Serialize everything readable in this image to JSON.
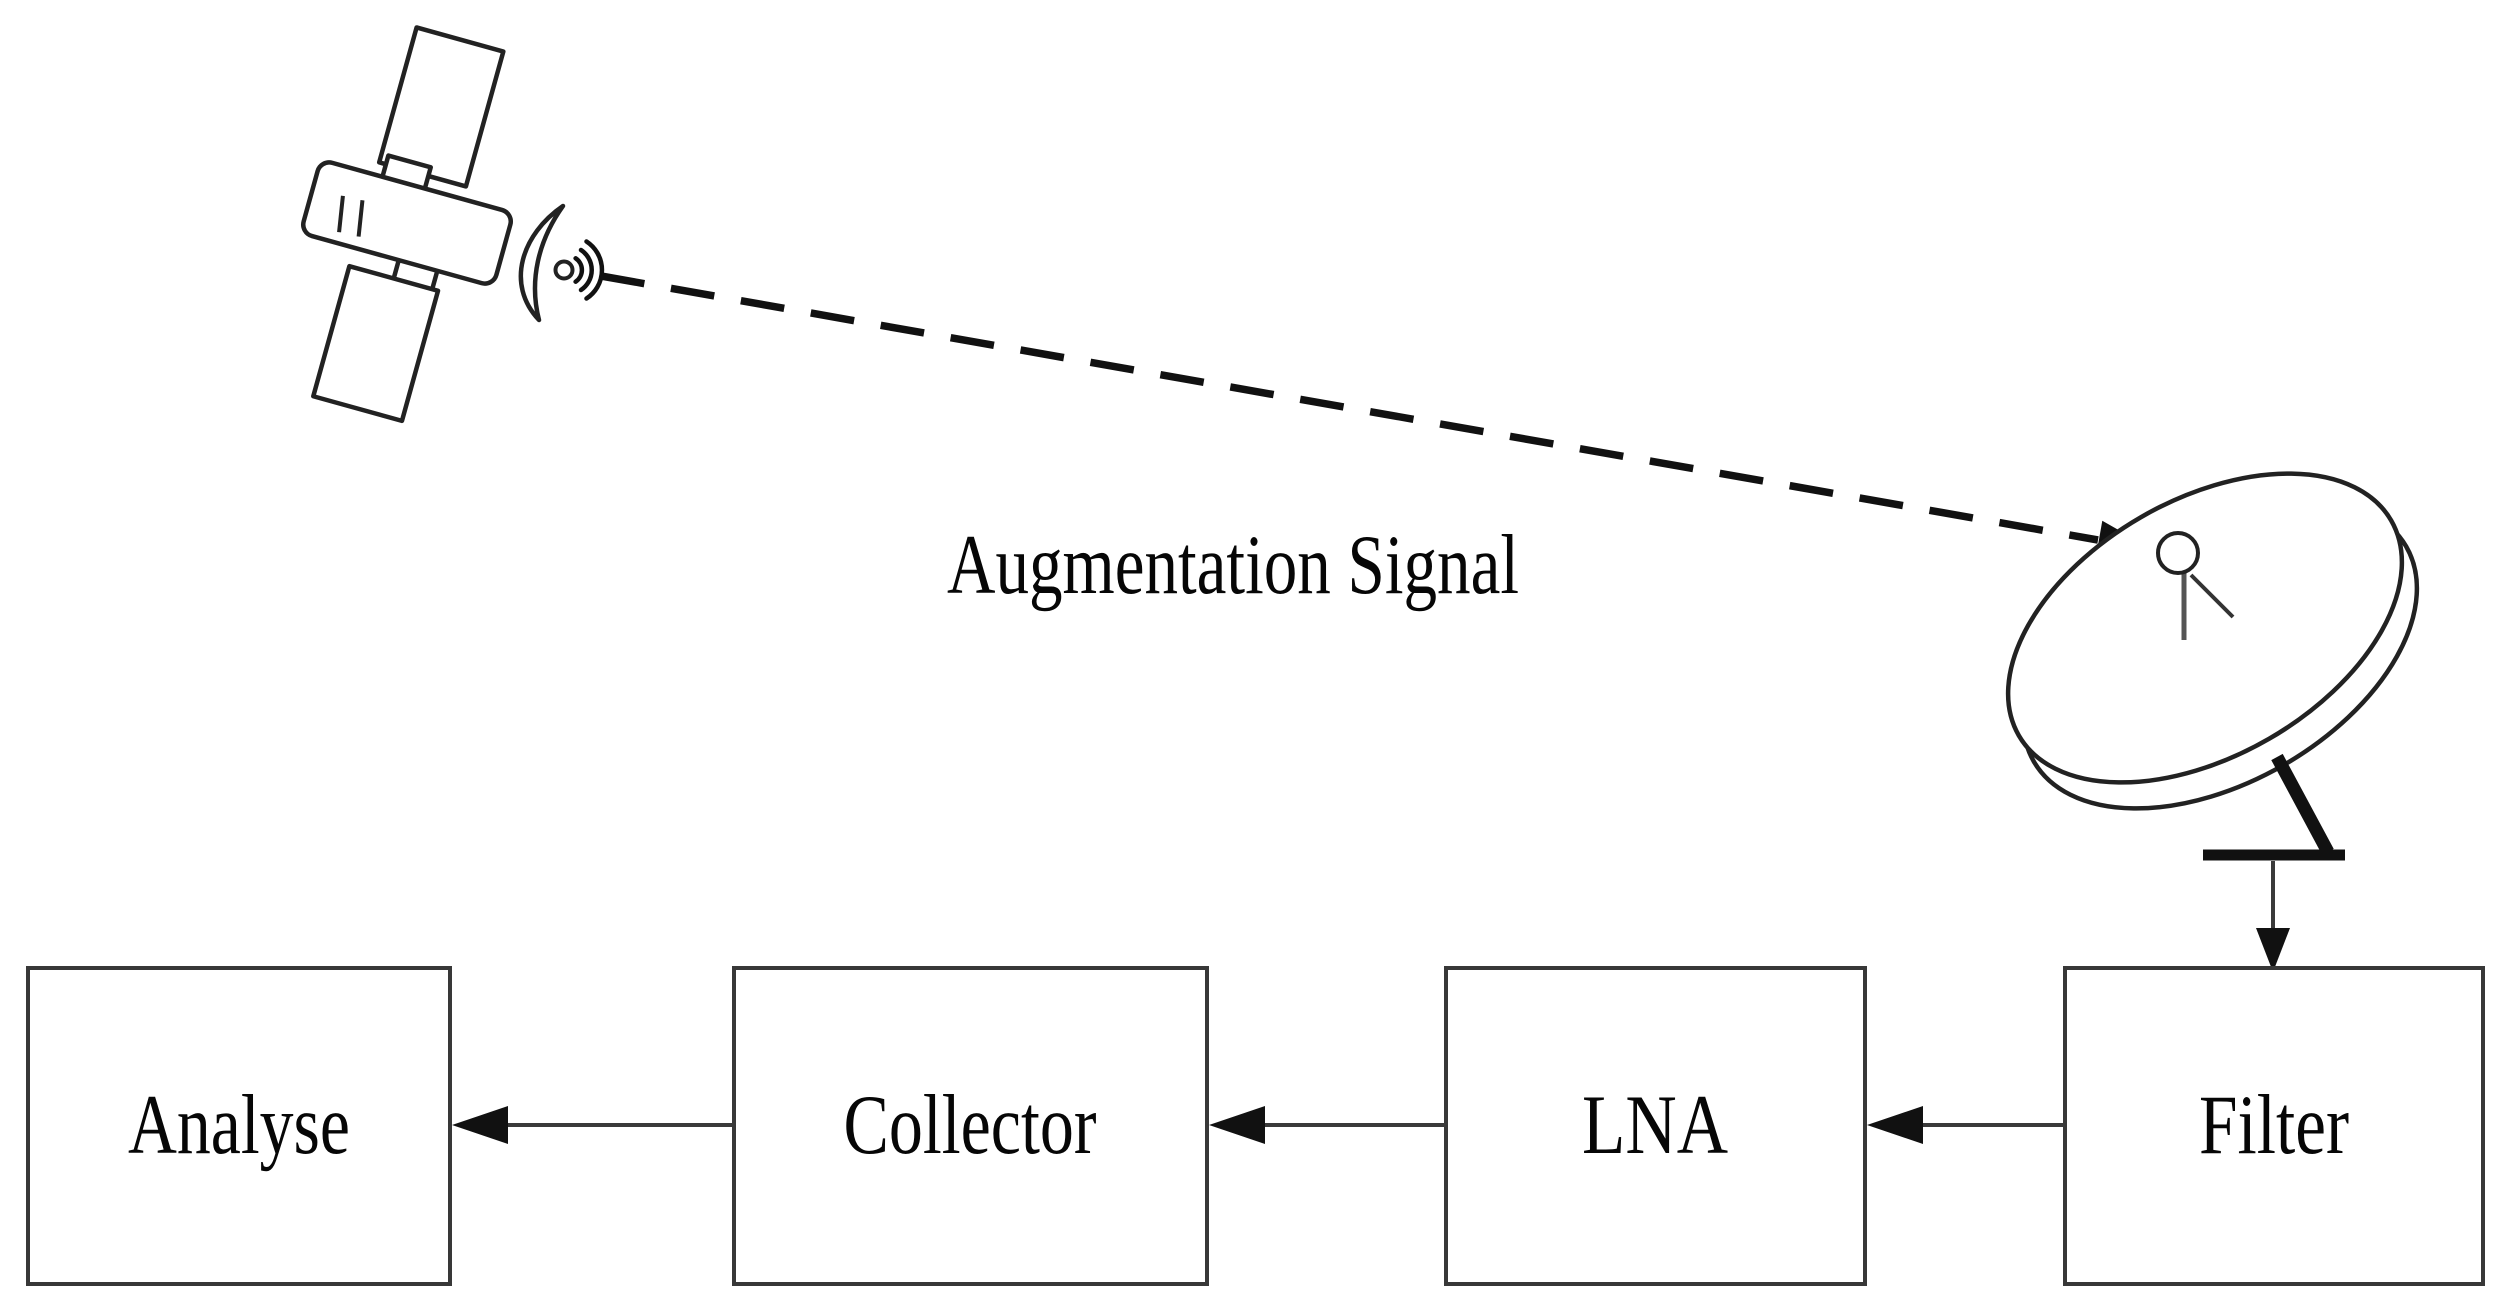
{
  "diagram": {
    "signal_label": "Augmentation Signal",
    "blocks": [
      {
        "id": "analyse",
        "label": "Analyse"
      },
      {
        "id": "collector",
        "label": "Collector"
      },
      {
        "id": "lna",
        "label": "LNA"
      },
      {
        "id": "filter",
        "label": "Filter"
      }
    ],
    "icons": [
      {
        "name": "satellite-icon"
      },
      {
        "name": "ground-dish-antenna-icon"
      }
    ],
    "colors": {
      "background": "#ffffff",
      "line": "#3a3a3a",
      "ink": "#111111",
      "text": "#060606",
      "shape_fill": "#ffffff"
    }
  }
}
